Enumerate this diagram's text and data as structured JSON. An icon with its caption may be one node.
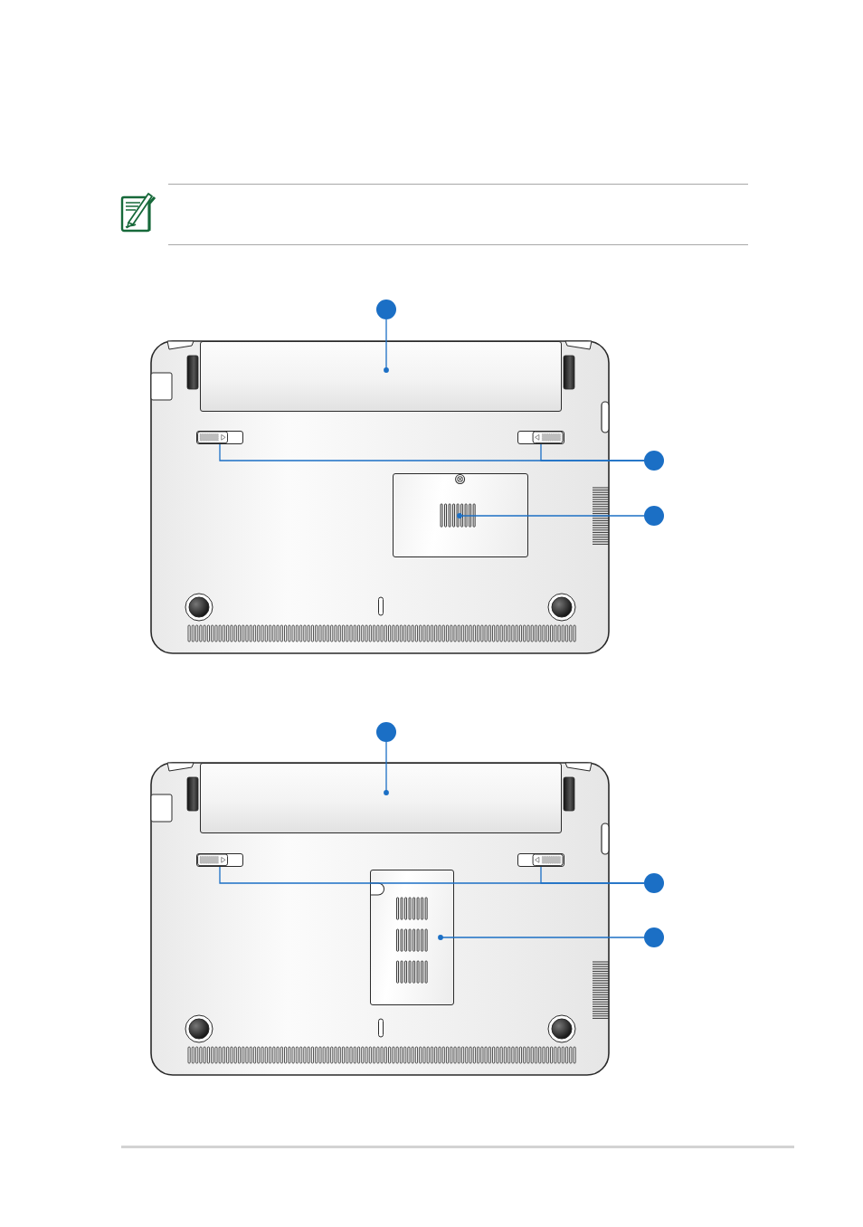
{
  "diagram": {
    "nodes": [
      {
        "text": [],
        "shape": "circle"
      },
      {
        "text": [],
        "shape": "box"
      },
      {
        "text": [],
        "shape": "circle"
      },
      {
        "text": [],
        "shape": "box"
      },
      {
        "text": [],
        "shape": "box"
      },
      {
        "text": [],
        "shape": "circle"
      },
      {
        "text": [],
        "shape": "box"
      },
      {
        "text": [],
        "shape": "circle"
      },
      {
        "text": [],
        "shape": "box"
      },
      {
        "text": [],
        "shape": "circle"
      },
      {
        "text": [],
        "shape": "box"
      },
      {
        "text": [],
        "shape": "box"
      },
      {
        "text": [],
        "shape": "circle"
      },
      {
        "text": [],
        "shape": "box"
      }
    ],
    "edges": [
      {
        "from": 0,
        "to": 1,
        "arrow": "other"
      },
      {
        "from": 2,
        "to": 3,
        "arrow": "none"
      },
      {
        "from": 2,
        "to": 4,
        "arrow": "none"
      },
      {
        "from": 5,
        "to": 6,
        "arrow": "other"
      },
      {
        "from": 7,
        "to": 8,
        "arrow": "other"
      },
      {
        "from": 9,
        "to": 10,
        "arrow": "none"
      },
      {
        "from": 9,
        "to": 11,
        "arrow": "none"
      },
      {
        "from": 12,
        "to": 13,
        "arrow": "other"
      }
    ]
  }
}
